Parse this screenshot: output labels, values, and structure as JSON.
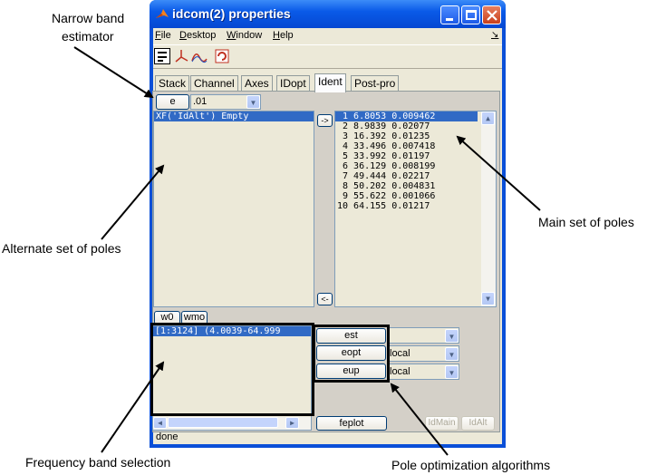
{
  "window": {
    "title": "idcom(2) properties",
    "menu": [
      "File",
      "Desktop",
      "Window",
      "Help"
    ],
    "menu_extra": "↘"
  },
  "tabs": [
    "Stack",
    "Channel",
    "Axes",
    "IDopt",
    "Ident",
    "Post-pro"
  ],
  "active_tab": "Ident",
  "estimator": {
    "button": "e",
    "value": ".01"
  },
  "alt_list": {
    "items": [
      "XF('IdAlt') Empty"
    ]
  },
  "move_right": "->",
  "move_left": "<-",
  "main_list": {
    "items": [
      " 1 6.8053 0.009462",
      " 2 8.9839 0.02077",
      " 3 16.392 0.01235",
      " 4 33.496 0.007418",
      " 5 33.992 0.01197",
      " 6 36.129 0.008199",
      " 7 49.444 0.02217",
      " 8 50.202 0.004831",
      " 9 55.622 0.001066",
      "10 64.155 0.01217"
    ]
  },
  "band_buttons": [
    "w0",
    "wmo"
  ],
  "band_list": {
    "items": [
      "[1:3124] (4.0039-64.999"
    ]
  },
  "algorithms": [
    {
      "label": "est",
      "option": ""
    },
    {
      "label": "eopt",
      "option": "local"
    },
    {
      "label": "eup",
      "option": "local"
    }
  ],
  "feplot": "feplot",
  "id_buttons": [
    "IdMain",
    "IdAlt"
  ],
  "status": "done",
  "annotations": {
    "narrow_band_l1": "Narrow band",
    "narrow_band_l2": "estimator",
    "alternate": "Alternate set of poles",
    "main": "Main set of poles",
    "frequency": "Frequency band selection",
    "pole_opt": "Pole optimization algorithms"
  }
}
